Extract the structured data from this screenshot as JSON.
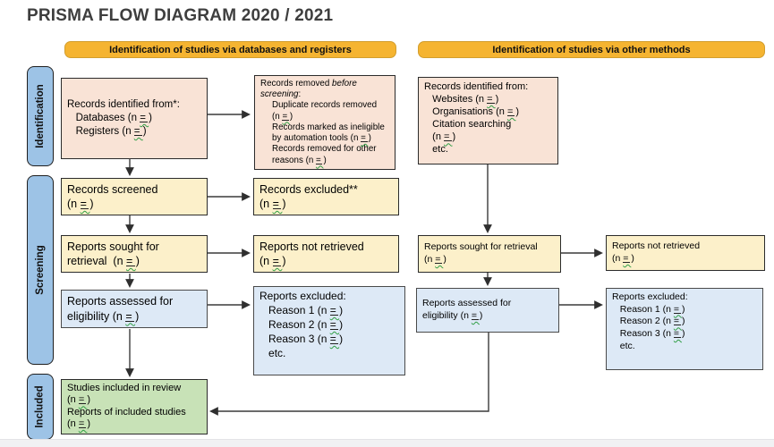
{
  "title": "PRISMA FLOW DIAGRAM 2020 / 2021",
  "banners": {
    "databases": "Identification of studies via databases and registers",
    "other": "Identification of studies via other methods"
  },
  "sidebar": {
    "identification": "Identification",
    "screening": "Screening",
    "included": "Included"
  },
  "boxes": {
    "records_identified": "Records identified from*:\n   Databases (n = )\n   Registers (n = )",
    "records_removed": {
      "prefix": "Records removed ",
      "italic": "before screening",
      "suffix": ":",
      "items": "Duplicate records removed\n(n = )\nRecords marked as ineligible\nby automation tools (n = )\nRecords removed for other\nreasons (n = )"
    },
    "records_screened": "Records screened\n(n = )",
    "records_excluded": "Records excluded**\n(n = )",
    "reports_sought_db": "Reports sought for\nretrieval  (n = )",
    "reports_not_retrieved_db": "Reports not retrieved\n(n = )",
    "reports_assessed_db": "Reports assessed for\neligibility (n = )",
    "reports_excluded_db": "Reports excluded:\n   Reason 1 (n = )\n   Reason 2 (n = )\n   Reason 3 (n = )\n   etc.",
    "records_identified_other": "Records identified from:\n   Websites (n = )\n   Organisations (n = )\n   Citation searching\n   (n = )\n   etc.",
    "reports_sought_other": "Reports sought for retrieval\n(n = )",
    "reports_not_retrieved_other": "Reports not retrieved\n(n = )",
    "reports_assessed_other": "Reports assessed for\neligibility (n = )",
    "reports_excluded_other": "Reports excluded:\n   Reason 1 (n = )\n   Reason 2 (n = )\n   Reason 3 (n = )\n   etc.",
    "included": "Studies included in review\n(n = )\nReports of included studies\n(n = )"
  },
  "colors": {
    "banner_bg": "#F5B431",
    "banner_border": "#D29E2F",
    "pink_box_bg": "#F9E3D6",
    "yellow_box_bg": "#FCF0CA",
    "blue_box_bg": "#DDE9F6",
    "green_box_bg": "#C8E2B7",
    "sidebar_bg": "#9DC3E6",
    "box_border": "#2B2B2B",
    "squiggle": "#2F9E44"
  }
}
